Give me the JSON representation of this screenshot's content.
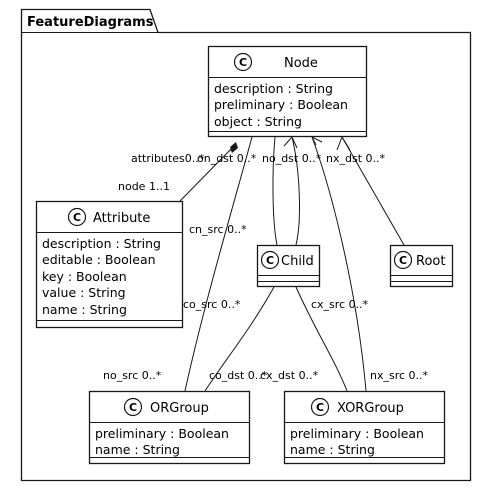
{
  "package": {
    "name": "FeatureDiagrams"
  },
  "stereotype_letter": "C",
  "classes": {
    "node": {
      "name": "Node",
      "attributes": [
        "description : String",
        "preliminary : Boolean",
        "object : String"
      ]
    },
    "attribute": {
      "name": "Attribute",
      "attributes": [
        "description : String",
        "editable : Boolean",
        "key : Boolean",
        "value : String",
        "name : String"
      ]
    },
    "child": {
      "name": "Child",
      "attributes": []
    },
    "root": {
      "name": "Root",
      "attributes": []
    },
    "orgroup": {
      "name": "ORGroup",
      "attributes": [
        "preliminary : Boolean",
        "name : String"
      ]
    },
    "xorgroup": {
      "name": "XORGroup",
      "attributes": [
        "preliminary : Boolean",
        "name : String"
      ]
    }
  },
  "labels": {
    "attributes_mult": "attributes0..*",
    "on_dst": "on_dst 0..*",
    "no_dst": "no_dst 0..*",
    "nx_dst": "nx_dst 0..*",
    "node_mult": "node 1..1",
    "cn_src": "cn_src 0..*",
    "co_src": "co_src 0..*",
    "cx_src": "cx_src 0..*",
    "no_src": "no_src 0..*",
    "co_dst": "co_dst 0..*",
    "cx_dst": "cx_dst 0..*",
    "nx_src": "nx_src 0..*"
  }
}
